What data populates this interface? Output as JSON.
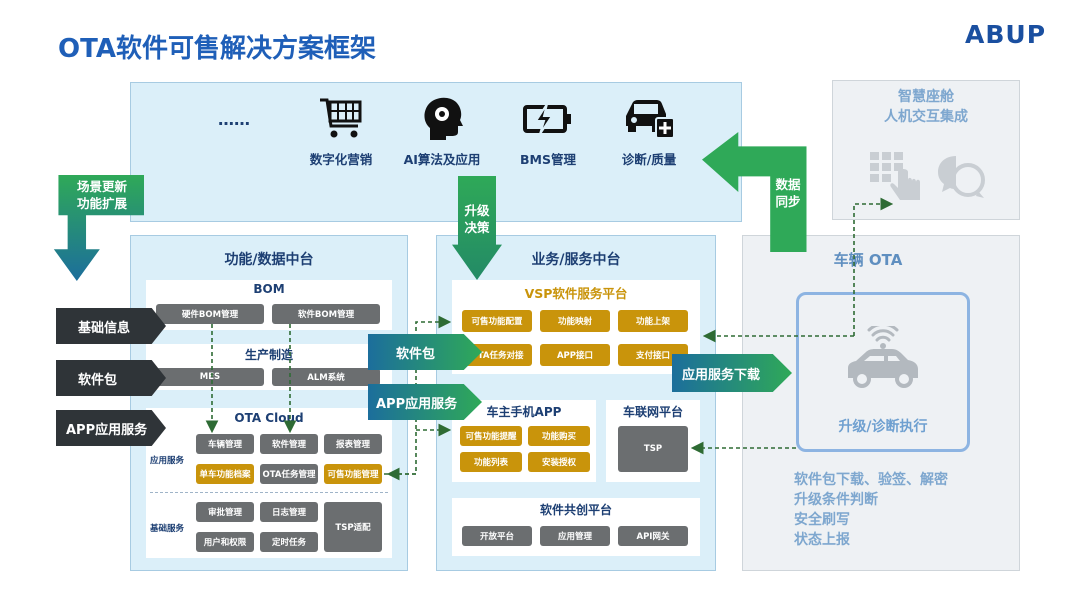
{
  "title": "OTA软件可售解决方案框架",
  "logo": "ABUP",
  "top_app": {
    "ellipsis": "……",
    "items": [
      {
        "label": "数字化营销",
        "icon": "shopping-cart-icon"
      },
      {
        "label": "AI算法及应用",
        "icon": "ai-head-icon"
      },
      {
        "label": "BMS管理",
        "icon": "battery-icon"
      },
      {
        "label": "诊断/质量",
        "icon": "car-diagnosis-icon"
      }
    ]
  },
  "cockpit": {
    "title_line1": "智慧座舱",
    "title_line2": "人机交互集成"
  },
  "arrows": {
    "scene_update_1": "场景更新",
    "scene_update_2": "功能扩展",
    "upgrade_decision_1": "升级",
    "upgrade_decision_2": "决策",
    "data_sync_1": "数据",
    "data_sync_2": "同步",
    "basic_info": "基础信息",
    "software_pkg": "软件包",
    "app_service": "APP应用服务",
    "software_pkg_green": "软件包",
    "app_service_green": "APP应用服务",
    "app_download": "应用服务下载"
  },
  "data_platform": {
    "title": "功能/数据中台",
    "bom": {
      "title": "BOM",
      "items": [
        "硬件BOM管理",
        "软件BOM管理"
      ]
    },
    "production": {
      "title": "生产制造",
      "items": [
        "MES",
        "ALM系统"
      ]
    },
    "ota_cloud": {
      "title": "OTA Cloud",
      "app_group": "应用服务",
      "app_items": [
        "车辆管理",
        "软件管理",
        "报表管理"
      ],
      "app_items_2": [
        "单车功能档案",
        "OTA任务管理",
        "可售功能管理"
      ],
      "base_group": "基础服务",
      "base_items": [
        "审批管理",
        "日志管理",
        "用户和权限",
        "定时任务"
      ],
      "tsp_adapter": "TSP适配"
    }
  },
  "biz_platform": {
    "title": "业务/服务中台",
    "vsp": {
      "title": "VSP软件服务平台",
      "items": [
        "可售功能配置",
        "功能映射",
        "功能上架",
        "OTA任务对接",
        "APP接口",
        "支付接口"
      ]
    },
    "owner_app": {
      "title": "车主手机APP",
      "items": [
        "可售功能提醒",
        "功能购买",
        "功能列表",
        "安装授权"
      ]
    },
    "iov": {
      "title": "车联网平台",
      "items": [
        "TSP"
      ]
    },
    "co_create": {
      "title": "软件共创平台",
      "items": [
        "开放平台",
        "应用管理",
        "API网关"
      ]
    }
  },
  "vehicle_ota": {
    "title": "车辆 OTA",
    "exec": "升级/诊断执行",
    "features": [
      "软件包下载、验签、解密",
      "升级条件判断",
      "安全刷写",
      "状态上报"
    ]
  }
}
